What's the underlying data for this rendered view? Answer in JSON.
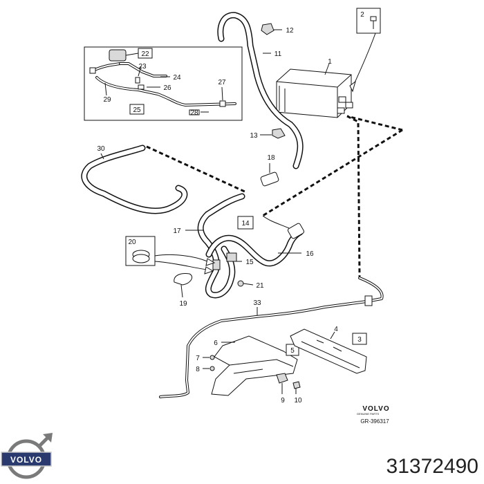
{
  "callouts": [
    {
      "n": "1"
    },
    {
      "n": "2"
    },
    {
      "n": "3"
    },
    {
      "n": "4"
    },
    {
      "n": "5"
    },
    {
      "n": "6"
    },
    {
      "n": "7"
    },
    {
      "n": "8"
    },
    {
      "n": "9"
    },
    {
      "n": "10"
    },
    {
      "n": "11"
    },
    {
      "n": "12"
    },
    {
      "n": "13"
    },
    {
      "n": "14"
    },
    {
      "n": "15"
    },
    {
      "n": "16"
    },
    {
      "n": "17"
    },
    {
      "n": "18"
    },
    {
      "n": "19"
    },
    {
      "n": "20"
    },
    {
      "n": "21"
    },
    {
      "n": "22"
    },
    {
      "n": "23"
    },
    {
      "n": "24"
    },
    {
      "n": "25"
    },
    {
      "n": "26"
    },
    {
      "n": "27"
    },
    {
      "n": "28"
    },
    {
      "n": "29"
    },
    {
      "n": "30"
    },
    {
      "n": "33"
    }
  ],
  "brand": {
    "wordmark": "VOLVO",
    "subtitle": "GENUINE PARTS",
    "reference": "GR-396317"
  },
  "logo": {
    "wordmark": "VOLVO"
  },
  "part_number": "31372490"
}
